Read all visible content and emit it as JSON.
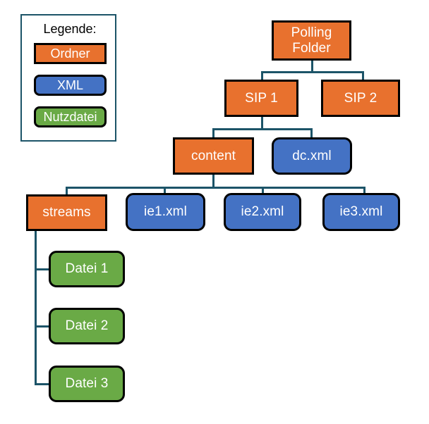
{
  "diagram": {
    "type": "tree",
    "title": "",
    "colors": {
      "folder": "#e8712e",
      "xml": "#4472c4",
      "payload": "#6aaa46",
      "connector": "#1c5468",
      "node_border": "#000000",
      "legend_border": "#1c5468",
      "node_text": "#ffffff",
      "legend_title_text": "#000000"
    },
    "legend": {
      "title": "Legende:",
      "items": [
        {
          "label": "Ordner",
          "kind": "folder"
        },
        {
          "label": "XML",
          "kind": "xml"
        },
        {
          "label": "Nutzdatei",
          "kind": "payload"
        }
      ]
    },
    "nodes": [
      {
        "id": "polling",
        "label": "Polling\nFolder",
        "line1": "Polling",
        "line2": "Folder",
        "kind": "folder",
        "level": 0
      },
      {
        "id": "sip1",
        "label": "SIP 1",
        "kind": "folder",
        "level": 1
      },
      {
        "id": "sip2",
        "label": "SIP 2",
        "kind": "folder",
        "level": 1
      },
      {
        "id": "content",
        "label": "content",
        "kind": "folder",
        "level": 2
      },
      {
        "id": "dcxml",
        "label": "dc.xml",
        "kind": "xml",
        "level": 2
      },
      {
        "id": "streams",
        "label": "streams",
        "kind": "folder",
        "level": 3
      },
      {
        "id": "ie1",
        "label": "ie1.xml",
        "kind": "xml",
        "level": 3
      },
      {
        "id": "ie2",
        "label": "ie2.xml",
        "kind": "xml",
        "level": 3
      },
      {
        "id": "ie3",
        "label": "ie3.xml",
        "kind": "xml",
        "level": 3
      },
      {
        "id": "datei1",
        "label": "Datei 1",
        "kind": "payload",
        "level": 4
      },
      {
        "id": "datei2",
        "label": "Datei 2",
        "kind": "payload",
        "level": 4
      },
      {
        "id": "datei3",
        "label": "Datei 3",
        "kind": "payload",
        "level": 4
      }
    ],
    "edges": [
      {
        "from": "polling",
        "to": "sip1"
      },
      {
        "from": "polling",
        "to": "sip2"
      },
      {
        "from": "sip1",
        "to": "content"
      },
      {
        "from": "sip1",
        "to": "dcxml"
      },
      {
        "from": "content",
        "to": "streams"
      },
      {
        "from": "content",
        "to": "ie1"
      },
      {
        "from": "content",
        "to": "ie2"
      },
      {
        "from": "content",
        "to": "ie3"
      },
      {
        "from": "streams",
        "to": "datei1"
      },
      {
        "from": "streams",
        "to": "datei2"
      },
      {
        "from": "streams",
        "to": "datei3"
      }
    ]
  }
}
